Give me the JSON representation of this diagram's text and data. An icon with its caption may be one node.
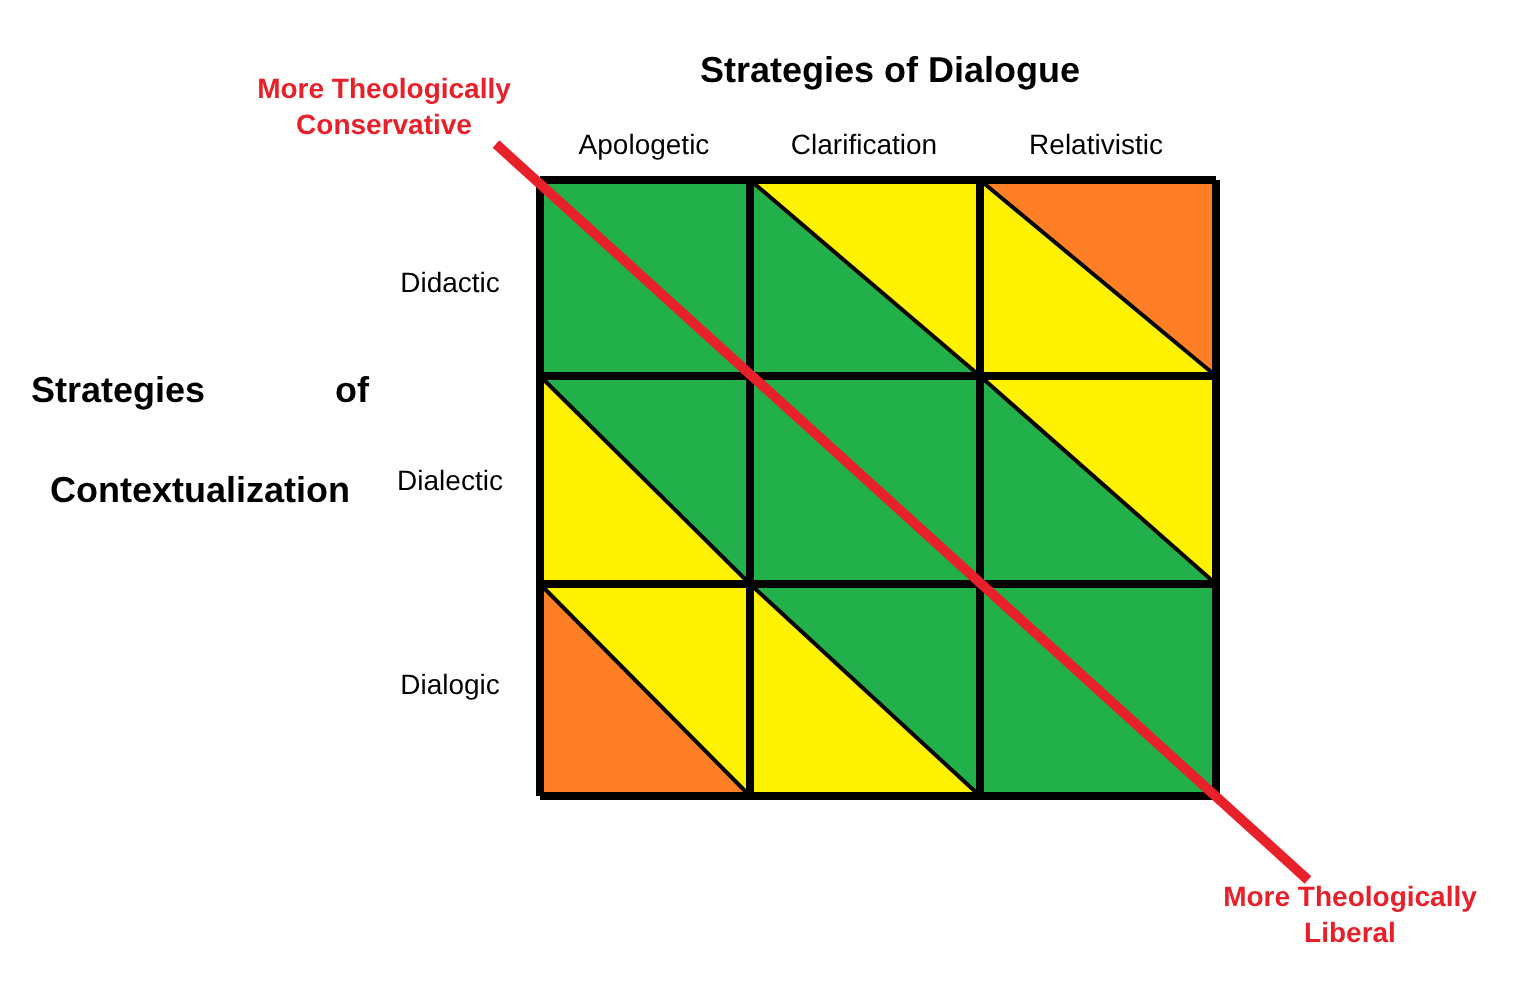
{
  "diagram": {
    "nodes": [
      {
        "text": [
          "More Theologically Conservative"
        ]
      },
      {
        "text": [
          "More Theologically Liberal"
        ]
      }
    ],
    "edges": [
      {
        "from": 0,
        "to": 1,
        "arrow": "none"
      }
    ],
    "labels": [
      "Strategies of Dialogue",
      "Apologetic",
      "Clarification",
      "Relativistic",
      "Didactic",
      "Strategies of Contextualization",
      "Dialectic",
      "Dialogic"
    ]
  }
}
